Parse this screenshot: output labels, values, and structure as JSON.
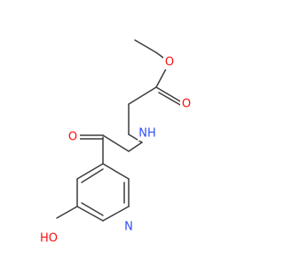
{
  "molecule": {
    "atoms": {
      "ester_oxygen": {
        "text": "O",
        "color": "#ff0d0d"
      },
      "carbonyl_oxygen_ester": {
        "text": "O",
        "color": "#ff0d0d"
      },
      "amide_nitrogen": {
        "text": "NH",
        "color": "#3050f8"
      },
      "carbonyl_oxygen_amide": {
        "text": "O",
        "color": "#ff0d0d"
      },
      "ring_nitrogen": {
        "text": "N",
        "color": "#3050f8"
      },
      "hydroxyl": {
        "text": "HO",
        "color": "#ff0d0d"
      }
    },
    "bond_color": "#3c3c3c"
  }
}
